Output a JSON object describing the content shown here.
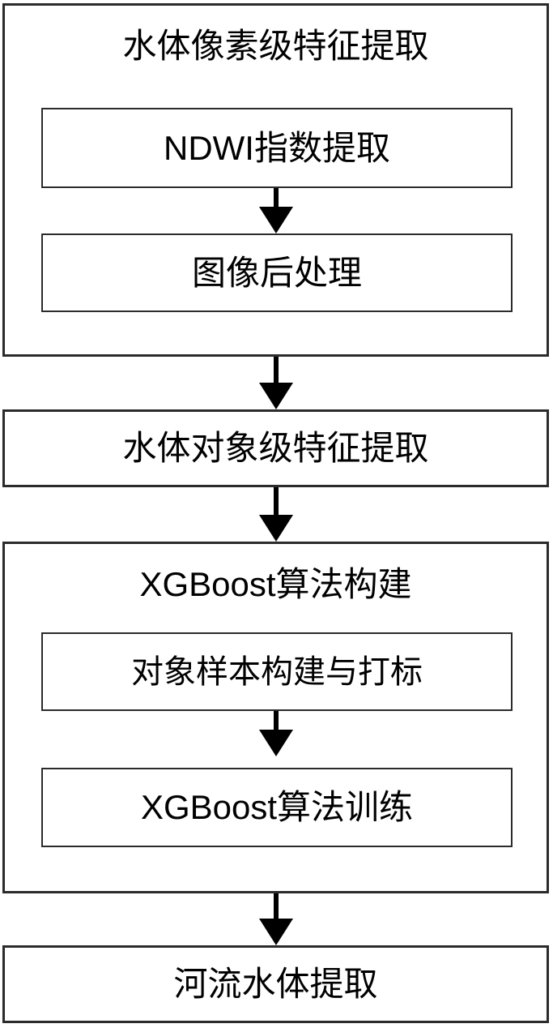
{
  "diagram": {
    "type": "flowchart",
    "orientation": "top-to-bottom",
    "title_visible": false,
    "colors": {
      "background": "#ffffff",
      "stroke": "#2b2b2b",
      "arrow": "#000000",
      "text": "#000000"
    },
    "groups": [
      {
        "id": "pixel-level",
        "label": "水体像素级特征提取",
        "children": [
          {
            "id": "ndwi-extraction",
            "label": "NDWI指数提取"
          },
          {
            "id": "image-postprocess",
            "label": "图像后处理"
          }
        ]
      },
      {
        "id": "object-level",
        "label": "水体对象级特征提取",
        "children": []
      },
      {
        "id": "xgboost-build",
        "label": "XGBoost算法构建",
        "children": [
          {
            "id": "sample-build-label",
            "label": "对象样本构建与打标"
          },
          {
            "id": "xgboost-train",
            "label": "XGBoost算法训练"
          }
        ]
      },
      {
        "id": "river-extraction",
        "label": "河流水体提取",
        "children": []
      }
    ],
    "connections": [
      {
        "from": "ndwi-extraction",
        "to": "image-postprocess"
      },
      {
        "from": "pixel-level",
        "to": "object-level"
      },
      {
        "from": "object-level",
        "to": "xgboost-build"
      },
      {
        "from": "sample-build-label",
        "to": "xgboost-train"
      },
      {
        "from": "xgboost-build",
        "to": "river-extraction"
      }
    ]
  }
}
